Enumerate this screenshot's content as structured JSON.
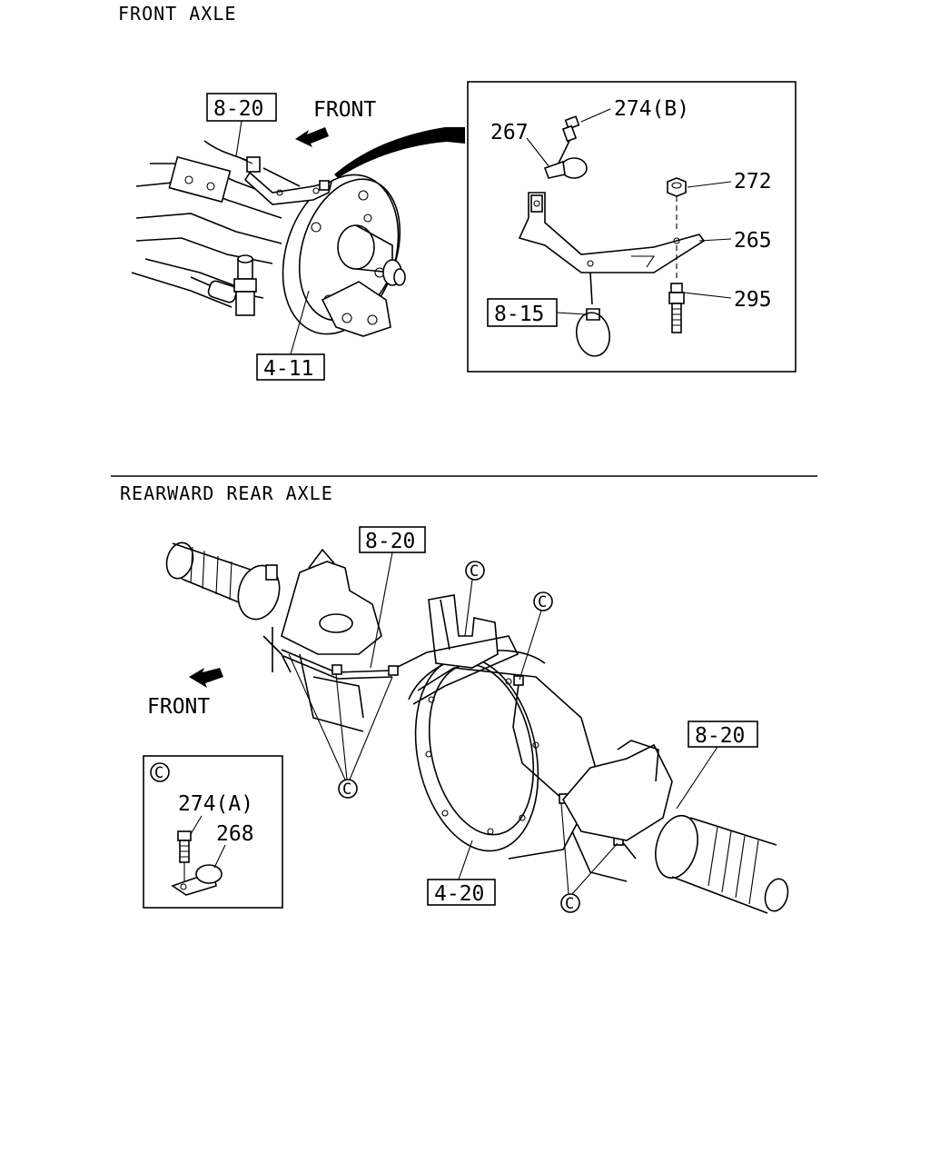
{
  "sections": {
    "front_title": "FRONT AXLE",
    "rear_title": "REARWARD REAR AXLE"
  },
  "front": {
    "direction_label": "FRONT",
    "ref_top": "8-20",
    "ref_bottom": "4-11",
    "detail": {
      "part_274": "274(B)",
      "part_267": "267",
      "part_272": "272",
      "part_265": "265",
      "part_295": "295",
      "ref_815": "8-15"
    }
  },
  "rear": {
    "direction_label": "FRONT",
    "ref_top": "8-20",
    "ref_right": "8-20",
    "ref_bottom": "4-20",
    "clip_marker": "C",
    "detail_c": {
      "marker": "C",
      "part_274": "274(A)",
      "part_268": "268"
    }
  }
}
